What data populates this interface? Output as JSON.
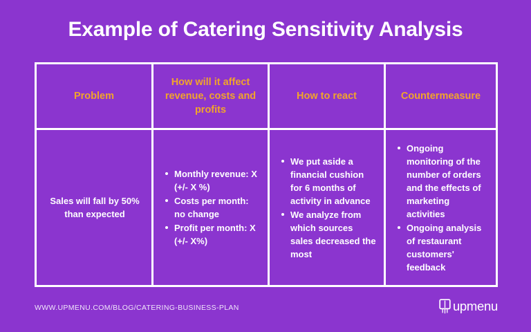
{
  "slide": {
    "title": "Example of Catering Sensitivity Analysis",
    "background_color": "#8B35CF",
    "accent_color": "#F2A42B",
    "text_color": "#FFFFFF",
    "border_color": "#FFFFFF"
  },
  "table": {
    "headers": [
      "Problem",
      "How will it affect revenue, costs and profits",
      "How to react",
      "Countermeasure"
    ],
    "rows": [
      {
        "problem": "Sales will fall by 50% than expected",
        "effect_bullets": [
          "Monthly revenue: X (+/- X %)",
          "Costs per month: no change",
          "Profit per month: X (+/- X%)"
        ],
        "react_bullets": [
          "We put aside a financial cushion for 6 months of activity in advance",
          "We analyze from which sources sales decreased the most"
        ],
        "countermeasure_bullets": [
          "Ongoing monitoring of the number of orders and the effects of marketing activities",
          "Ongoing analysis of restaurant customers' feedback"
        ]
      }
    ]
  },
  "footer": {
    "url": "WWW.UPMENU.COM/BLOG/CATERING-BUSINESS-PLAN",
    "logo_text": "upmenu",
    "logo_icon": "menu-book-icon"
  }
}
